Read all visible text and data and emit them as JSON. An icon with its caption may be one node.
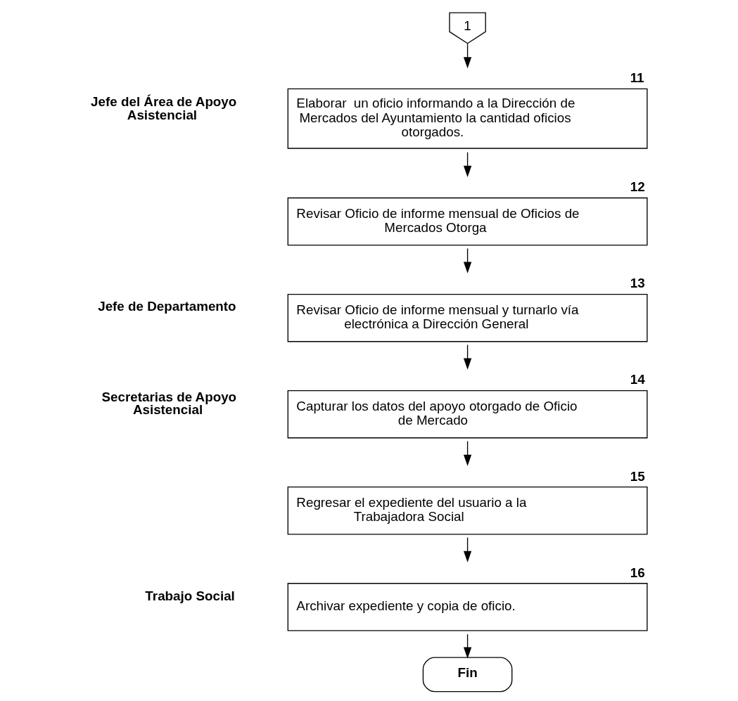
{
  "diagram": {
    "nodes": [
      {
        "text": [
          "1"
        ]
      },
      {
        "text": [
          "Elaborar  un oficio informando a la Dirección de Mercados del Ayuntamiento la cantidad oficios otorgados."
        ],
        "beside": [
          "11"
        ]
      },
      {
        "text": [
          "Revisar Oficio de informe mensual de Oficios de Mercados Otorga"
        ],
        "beside": [
          "12"
        ]
      },
      {
        "text": [
          "Revisar Oficio de informe mensual y turnarlo vía electrónica a Dirección General"
        ],
        "beside": [
          "13"
        ]
      },
      {
        "text": [
          "Capturar los datos del apoyo otorgado de Oficio de Mercado"
        ],
        "beside": [
          "14"
        ]
      },
      {
        "text": [
          "Regresar el expediente del usuario a la Trabajadora Social"
        ],
        "beside": [
          "15"
        ]
      },
      {
        "text": [
          "Archivar expediente y copia de oficio."
        ],
        "beside": [
          "16"
        ]
      },
      {
        "text": [
          "Fin"
        ]
      }
    ],
    "edges": [
      {
        "from": 0,
        "to": 1,
        "arrow": "to"
      },
      {
        "from": 1,
        "to": 2,
        "arrow": "to"
      },
      {
        "from": 2,
        "to": 3,
        "arrow": "to"
      },
      {
        "from": 3,
        "to": 4,
        "arrow": "to"
      },
      {
        "from": 4,
        "to": 5,
        "arrow": "to"
      },
      {
        "from": 5,
        "to": 6,
        "arrow": "to"
      },
      {
        "from": 6,
        "to": 7,
        "arrow": "to"
      }
    ],
    "labels": [
      "Jefe del Área de Apoyo Asistencial",
      "Jefe de Departamento",
      "Secretarias de Apoyo Asistencial",
      "Trabajo Social"
    ]
  }
}
